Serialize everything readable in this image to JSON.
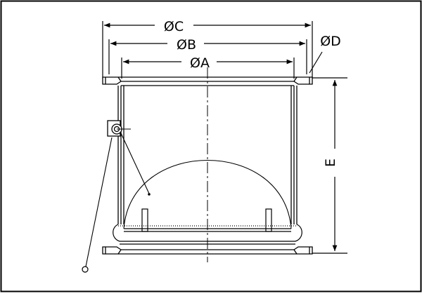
{
  "drawing": {
    "labels": {
      "dia_c": "ØC",
      "dia_b": "ØB",
      "dia_a": "ØA",
      "dia_d": "ØD",
      "height_e": "E"
    }
  }
}
